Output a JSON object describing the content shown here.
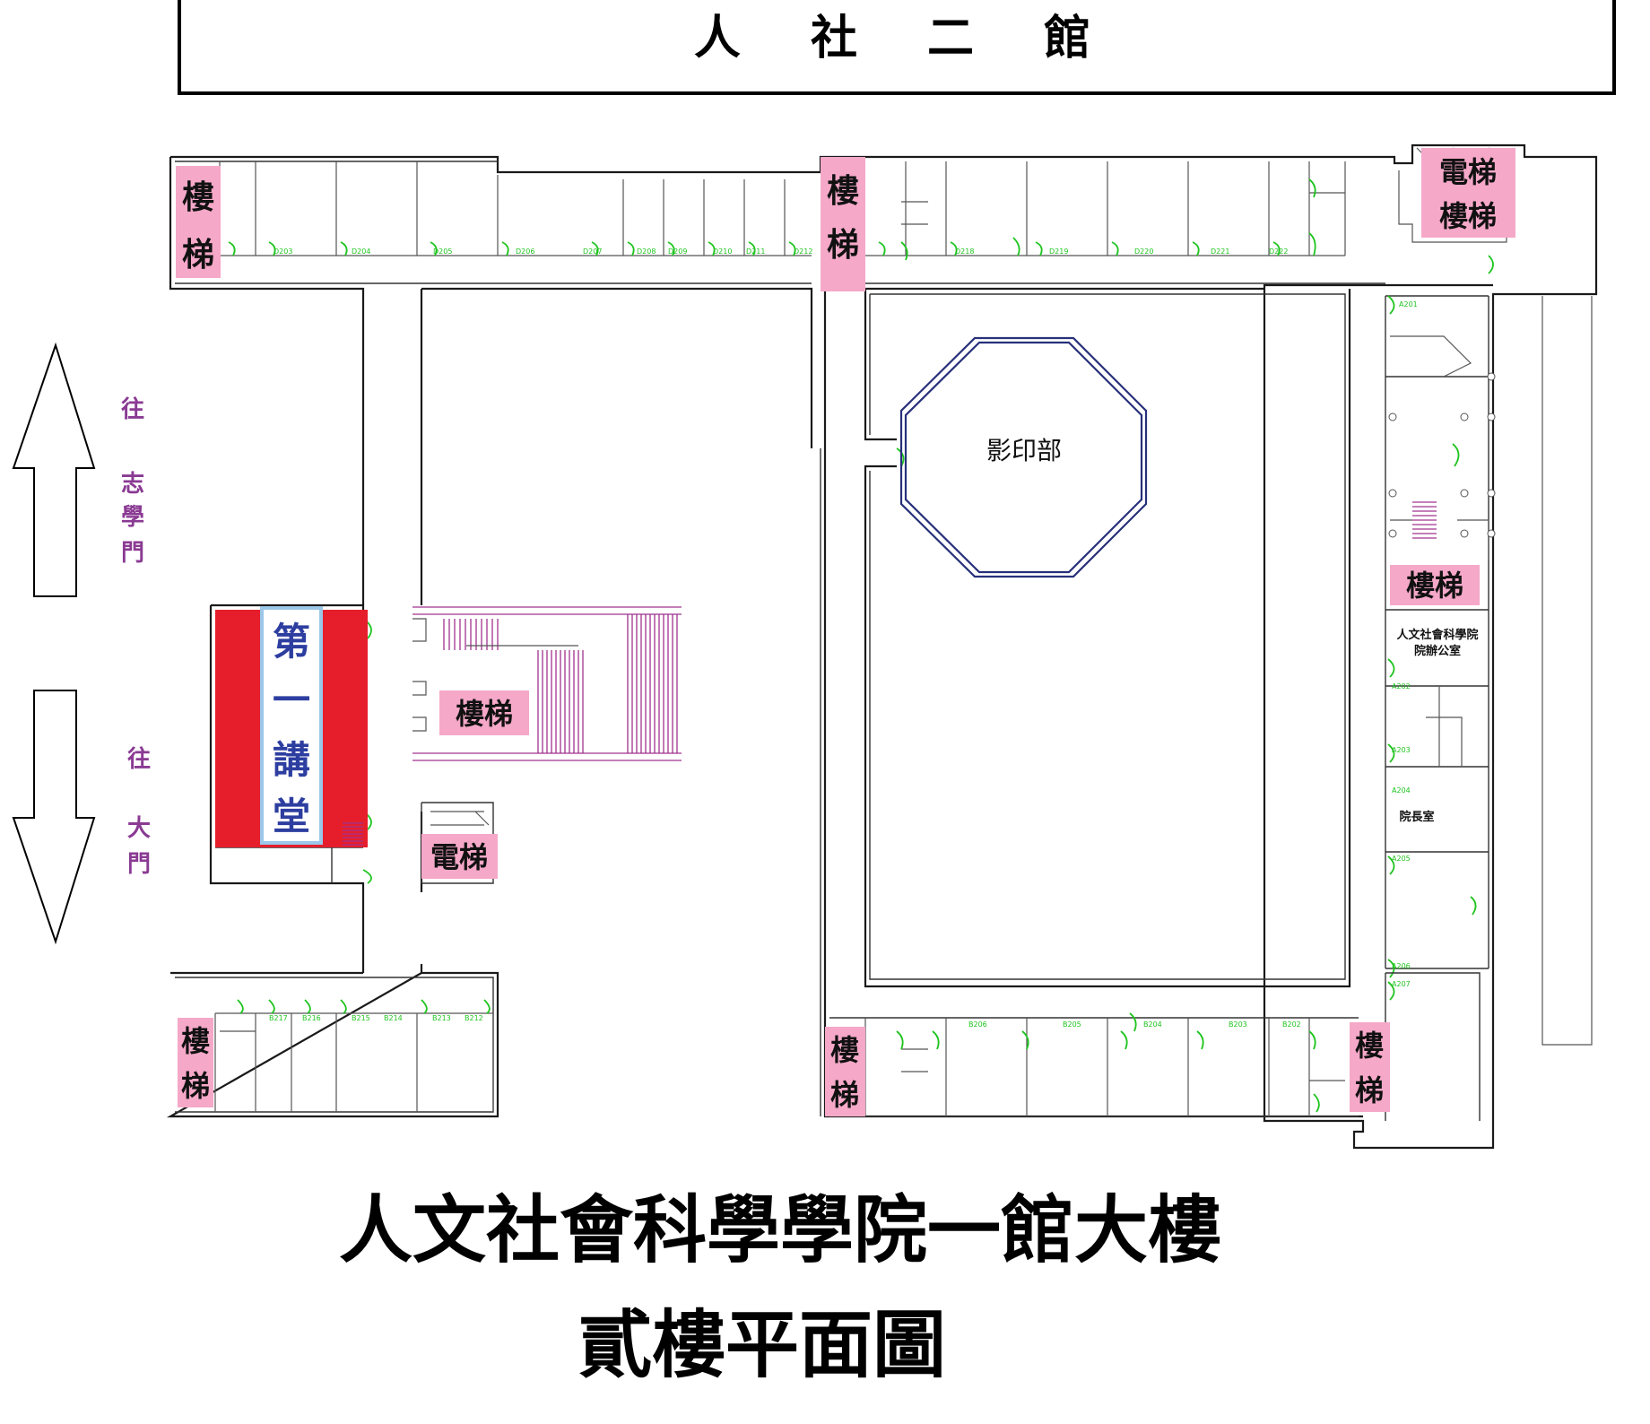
{
  "header": {
    "building_name": "人 社 二 館"
  },
  "titles": {
    "line1": "人文社會科學學院一館大樓",
    "line2": "貳樓平面圖"
  },
  "directions": {
    "up_char1": "往",
    "up_char2": "志",
    "up_char3": "學",
    "up_char4": "門",
    "down_char1": "往",
    "down_char2": "大",
    "down_char3": "門"
  },
  "labels": {
    "stairs_top_left_1": "樓",
    "stairs_top_left_2": "梯",
    "stairs_top_mid_1": "樓",
    "stairs_top_mid_2": "梯",
    "elevator_top_right": "電梯",
    "stairs_top_right": "樓梯",
    "stairs_east": "樓梯",
    "stairs_center": "樓梯",
    "elevator_center": "電梯",
    "stairs_bottom_left_1": "樓",
    "stairs_bottom_left_2": "梯",
    "stairs_bottom_mid_1": "樓",
    "stairs_bottom_mid_2": "梯",
    "stairs_bottom_right_1": "樓",
    "stairs_bottom_right_2": "梯",
    "copy_center": "影印部",
    "lecture_1": "第",
    "lecture_2": "一",
    "lecture_3": "講",
    "lecture_4": "堂",
    "dean_office_1": "人文社會科學院",
    "dean_office_2": "院辦公室",
    "dean_room": "院長室"
  },
  "rooms_north": [
    "D203",
    "D204",
    "D205",
    "D206",
    "D207",
    "D208",
    "D209",
    "D210",
    "D211",
    "D212",
    "D218",
    "D219",
    "D220",
    "D221",
    "D222"
  ],
  "rooms_south_right": [
    "B206",
    "B205",
    "B204",
    "B203",
    "B202"
  ],
  "rooms_south_left": [
    "B217",
    "B216",
    "B215",
    "B214",
    "B213",
    "B212"
  ],
  "rooms_east": [
    "A201",
    "A202",
    "A203",
    "A204",
    "A205",
    "A206",
    "A207"
  ],
  "colors": {
    "lecture_fill": "#e61e2b",
    "label_bg": "#f5a8c8",
    "door": "#1fc41f",
    "direction_text": "#8a3a93",
    "copy_outline": "#27307a"
  }
}
